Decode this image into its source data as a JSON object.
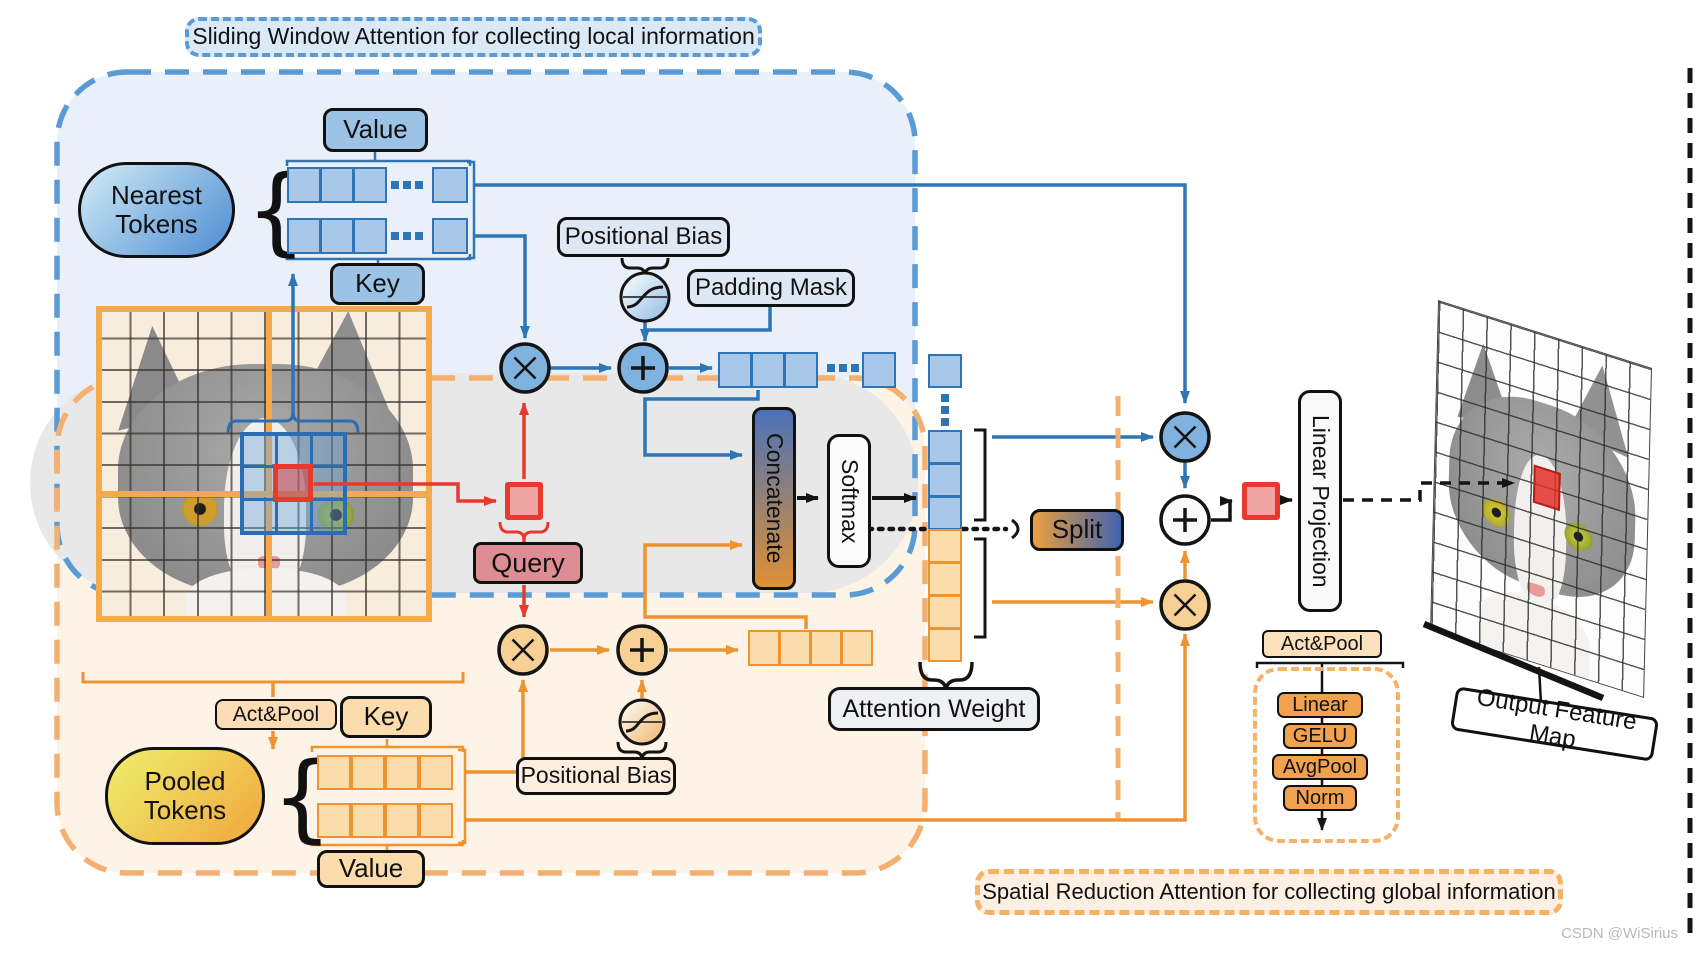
{
  "titles": {
    "local": "Sliding Window Attention for collecting local information",
    "global": "Spatial Reduction Attention for collecting global information"
  },
  "local": {
    "tokens": "Nearest Tokens",
    "value": "Value",
    "key": "Key",
    "positional_bias": "Positional Bias",
    "padding_mask": "Padding Mask"
  },
  "global": {
    "tokens": "Pooled Tokens",
    "value": "Value",
    "key": "Key",
    "act_pool": "Act&Pool",
    "positional_bias": "Positional Bias"
  },
  "center": {
    "query": "Query",
    "concatenate": "Concatenate",
    "softmax": "Softmax",
    "split": "Split",
    "attention_weight": "Attention Weight"
  },
  "output": {
    "linear_projection": "Linear Projection",
    "act_pool": "Act&Pool",
    "stack": [
      "Linear",
      "GELU",
      "AvgPool",
      "Norm"
    ],
    "feature_map": "Output Feature Map"
  },
  "operators": {
    "multiply": "×",
    "add": "+"
  },
  "watermark": "CSDN @WiSirius",
  "colors": {
    "local_accent": "#2e75b6",
    "local_dash": "#5b9bd5",
    "local_fill": "#e9f0f9",
    "global_accent": "#ed9331",
    "global_dash": "#f4b070",
    "global_fill": "#fdf3e6",
    "query_red": "#e8392e",
    "panel_gray": "#e8e8e8"
  }
}
